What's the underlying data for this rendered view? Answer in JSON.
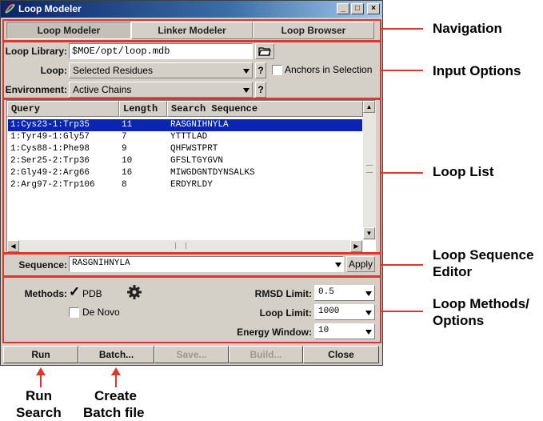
{
  "window": {
    "title": "Loop Modeler",
    "controls": [
      "_",
      "□",
      "×"
    ]
  },
  "tabs": [
    "Loop Modeler",
    "Linker Modeler",
    "Loop Browser"
  ],
  "input": {
    "library_label": "Loop Library:",
    "library_value": "$MOE/opt/loop.mdb",
    "loop_label": "Loop:",
    "loop_value": "Selected Residues",
    "anchors_label": "Anchors in Selection",
    "env_label": "Environment:",
    "env_value": "Active Chains",
    "help": "?"
  },
  "list": {
    "columns": [
      "Query",
      "Length",
      "Search Sequence"
    ],
    "rows": [
      {
        "query": "1:Cys23-1:Trp35",
        "length": "11",
        "seq": "RASGNIHNYLA"
      },
      {
        "query": "1:Tyr49-1:Gly57",
        "length": "7",
        "seq": "YTTTLAD"
      },
      {
        "query": "1:Cys88-1:Phe98",
        "length": "9",
        "seq": "QHFWSTPRT"
      },
      {
        "query": "2:Ser25-2:Trp36",
        "length": "10",
        "seq": "GFSLTGYGVN"
      },
      {
        "query": "2:Gly49-2:Arg66",
        "length": "16",
        "seq": "MIWGDGNTDYNSALKS"
      },
      {
        "query": "2:Arg97-2:Trp106",
        "length": "8",
        "seq": "ERDYRLDY"
      }
    ],
    "selected_index": 0
  },
  "sequence": {
    "label": "Sequence:",
    "value": "RASGNIHNYLA",
    "apply": "Apply"
  },
  "methods": {
    "label": "Methods:",
    "pdb": "PDB",
    "denovo": "De Novo",
    "rmsd_label": "RMSD Limit:",
    "rmsd_value": "0.5",
    "looplimit_label": "Loop Limit:",
    "looplimit_value": "1000",
    "energy_label": "Energy Window:",
    "energy_value": "10"
  },
  "buttons": [
    "Run",
    "Batch...",
    "Save...",
    "Build...",
    "Close"
  ],
  "callouts": {
    "navigation": "Navigation",
    "input_options": "Input Options",
    "loop_list": "Loop List",
    "seq_editor_1": "Loop Sequence",
    "seq_editor_2": "Editor",
    "methods_1": "Loop Methods/",
    "methods_2": "Options",
    "run_1": "Run",
    "run_2": "Search",
    "batch_1": "Create",
    "batch_2": "Batch file"
  },
  "colors": {
    "accent_red": "#e0342f",
    "selection": "#0a24b4",
    "title_bar": "#0a246a"
  }
}
